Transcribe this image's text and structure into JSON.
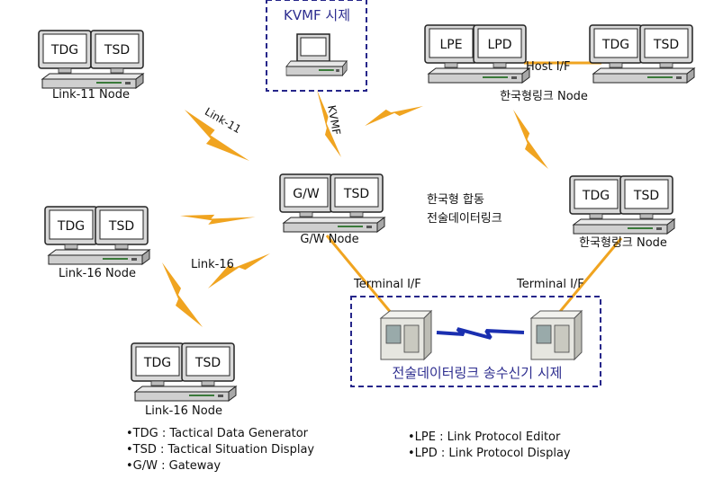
{
  "nodes": {
    "link11": {
      "caption": "Link-11 Node",
      "left": "TDG",
      "right": "TSD"
    },
    "korean_top": {
      "caption": "한국형링크 Node",
      "a": "LPE",
      "b": "LPD",
      "c": "TDG",
      "d": "TSD",
      "host_if": "Host I/F"
    },
    "gw": {
      "caption": "G/W Node",
      "left": "G/W",
      "right": "TSD"
    },
    "korean_right": {
      "caption": "한국형링크 Node",
      "left": "TDG",
      "right": "TSD"
    },
    "link16_left": {
      "caption": "Link-16 Node",
      "left": "TDG",
      "right": "TSD"
    },
    "link16_bottom": {
      "caption": "Link-16 Node",
      "left": "TDG",
      "right": "TSD"
    }
  },
  "kvmf": {
    "title": "KVMF 시제",
    "link_label": "KVMF"
  },
  "links": {
    "link11": "Link-11",
    "link16": "Link-16"
  },
  "korean_joint_link": {
    "line1": "한국형 합동",
    "line2": "전술데이터링크"
  },
  "terminal_if": {
    "left": "Terminal I/F",
    "right": "Terminal I/F"
  },
  "transceiver": {
    "title": "전술데이터링크 송수신기 시제"
  },
  "legend_left": [
    "•TDG : Tactical Data Generator",
    "•TSD : Tactical Situation Display",
    "•G/W : Gateway"
  ],
  "legend_right": [
    "•LPE : Link Protocol Editor",
    "•LPD : Link Protocol Display"
  ],
  "colors": {
    "lightning": "#f0a420",
    "dashed_border": "#26268a",
    "radio_link": "#1a2fb0",
    "terminal_line": "#f0a420"
  }
}
